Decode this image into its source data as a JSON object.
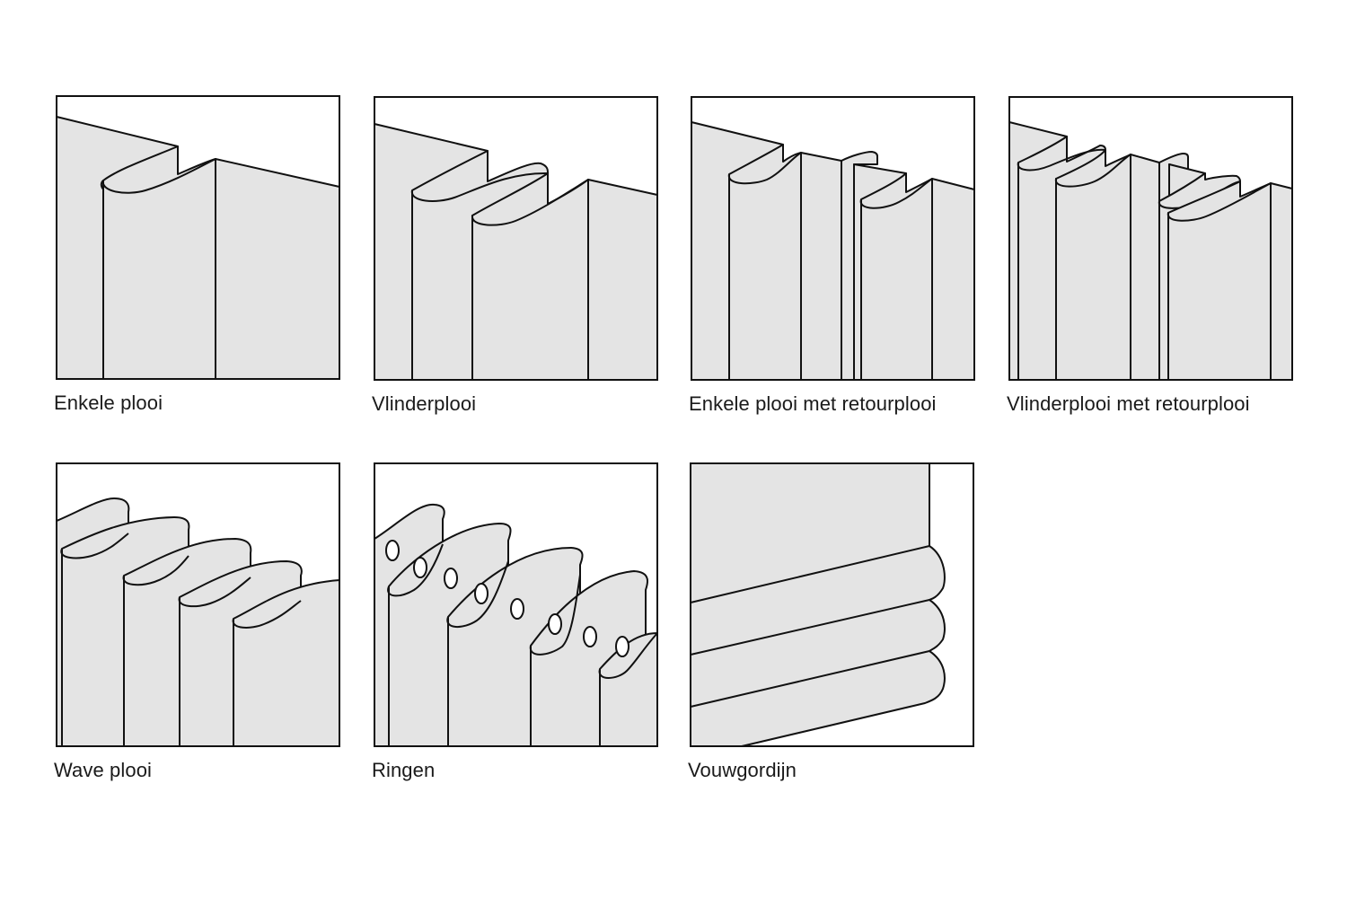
{
  "colors": {
    "fabric": "#e4e4e4",
    "outline": "#111111",
    "background": "#ffffff"
  },
  "panels": [
    {
      "id": "enkele-plooi",
      "label": "Enkele plooi"
    },
    {
      "id": "vlinderplooi",
      "label": "Vlinderplooi"
    },
    {
      "id": "enkele-plooi-met-retourplooi",
      "label": "Enkele plooi met retourplooi"
    },
    {
      "id": "vlinderplooi-met-retourplooi",
      "label": "Vlinderplooi met retourplooi"
    },
    {
      "id": "wave-plooi",
      "label": "Wave plooi"
    },
    {
      "id": "ringen",
      "label": "Ringen"
    },
    {
      "id": "vouwgordijn",
      "label": "Vouwgordijn"
    }
  ]
}
